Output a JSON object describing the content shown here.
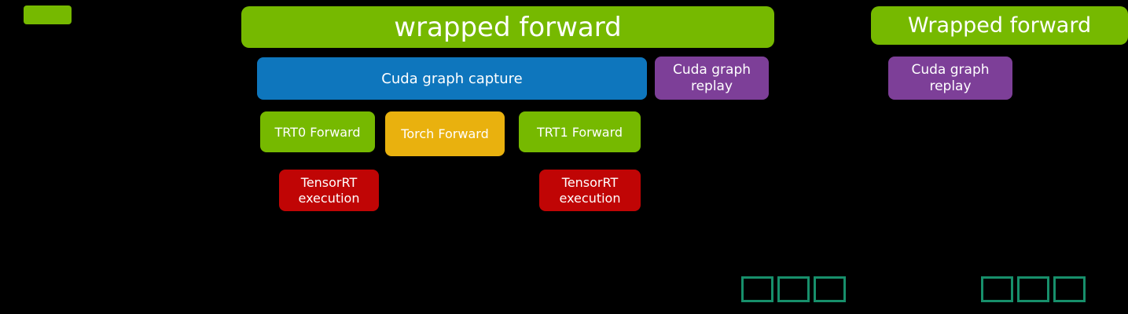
{
  "diagram": {
    "background": "#000000",
    "colors": {
      "nvidia_green": "#76b900",
      "blue": "#0e76bd",
      "purple": "#7d3f98",
      "amber": "#e9b10e",
      "red": "#c00505",
      "teal_outline": "#178f6b",
      "text": "#ffffff"
    },
    "blocks": {
      "legend_swatch": "",
      "wrapped_forward_main": "wrapped forward",
      "wrapped_forward_right": "Wrapped forward",
      "cuda_graph_capture": "Cuda graph capture",
      "cuda_graph_replay_main": "Cuda graph\nreplay",
      "cuda_graph_replay_right": "Cuda graph\nreplay",
      "trt0_forward": "TRT0 Forward",
      "torch_forward": "Torch Forward",
      "trt1_forward": "TRT1 Forward",
      "tensorrt_execution_left": "TensorRT\nexecution",
      "tensorrt_execution_right": "TensorRT\nexecution"
    }
  }
}
